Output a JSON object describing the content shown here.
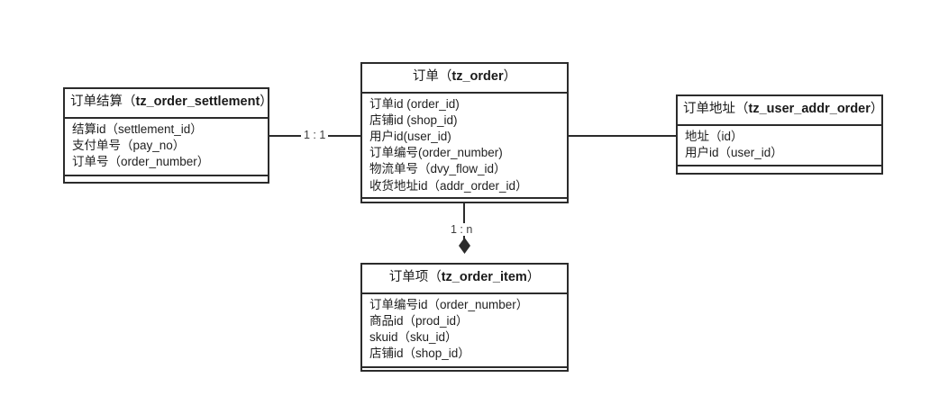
{
  "diagram": {
    "type": "er-diagram",
    "title": "",
    "background_color": "#ffffff",
    "line_color": "#2b2b2b",
    "text_color": "#1f1f1f"
  },
  "entities": [
    {
      "id": "settlement",
      "name_cn": "订单结算",
      "table": "tz_order_settlement",
      "title": "订单结算（tz_order_settlement）",
      "attributes": [
        "结算id（settlement_id）",
        "支付单号（pay_no）",
        "订单号（order_number）"
      ]
    },
    {
      "id": "order",
      "name_cn": "订单",
      "table": "tz_order",
      "title": "订单（tz_order）",
      "attributes": [
        "订单id (order_id)",
        "店铺id (shop_id)",
        "用户id(user_id)",
        "订单编号(order_number)",
        "物流单号（dvy_flow_id）",
        "收货地址id（addr_order_id）"
      ]
    },
    {
      "id": "address",
      "name_cn": "订单地址",
      "table": "tz_user_addr_order",
      "title": "订单地址（tz_user_addr_order）",
      "attributes": [
        "地址（id）",
        "用户id（user_id）"
      ]
    },
    {
      "id": "orderitem",
      "name_cn": "订单项",
      "table": "tz_order_item",
      "title": "订单项（tz_order_item）",
      "attributes": [
        "订单编号id（order_number）",
        "商品id（prod_id）",
        "skuid（sku_id）",
        "店铺id（shop_id）"
      ]
    }
  ],
  "relationships": [
    {
      "id": "settlement-order",
      "from": "settlement",
      "to": "order",
      "cardinality": "1 : 1",
      "marker": "none"
    },
    {
      "id": "order-address",
      "from": "order",
      "to": "address",
      "cardinality": "",
      "marker": "none"
    },
    {
      "id": "order-item",
      "from": "order",
      "to": "orderitem",
      "cardinality": "1 : n",
      "marker": "filled-diamond"
    }
  ]
}
